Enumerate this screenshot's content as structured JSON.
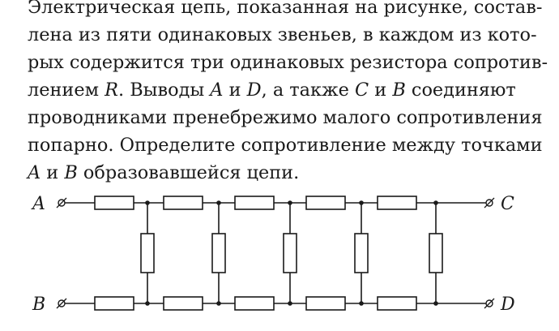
{
  "problem": {
    "lines": [
      "Электрическая цепь, показанная на рисунке, состав-",
      "лена из пяти одинаковых звеньев, в каждом из кото-",
      "рых содержится три одинаковых резистора сопротив-",
      "лением ",
      "R",
      ". Выводы ",
      "A",
      " и ",
      "D",
      ", а также ",
      "C",
      " и ",
      "B",
      " соединяют",
      "проводниками пренебрежимо малого сопротивления",
      "попарно. Определите сопротивление между точками",
      "A",
      " и ",
      "B",
      " образовавшейся цепи."
    ]
  },
  "circuit": {
    "links": 5,
    "terminals": {
      "top_left": "A",
      "bottom_left": "B",
      "top_right": "C",
      "bottom_right": "D"
    },
    "wire_color": "#1a1a1a"
  }
}
